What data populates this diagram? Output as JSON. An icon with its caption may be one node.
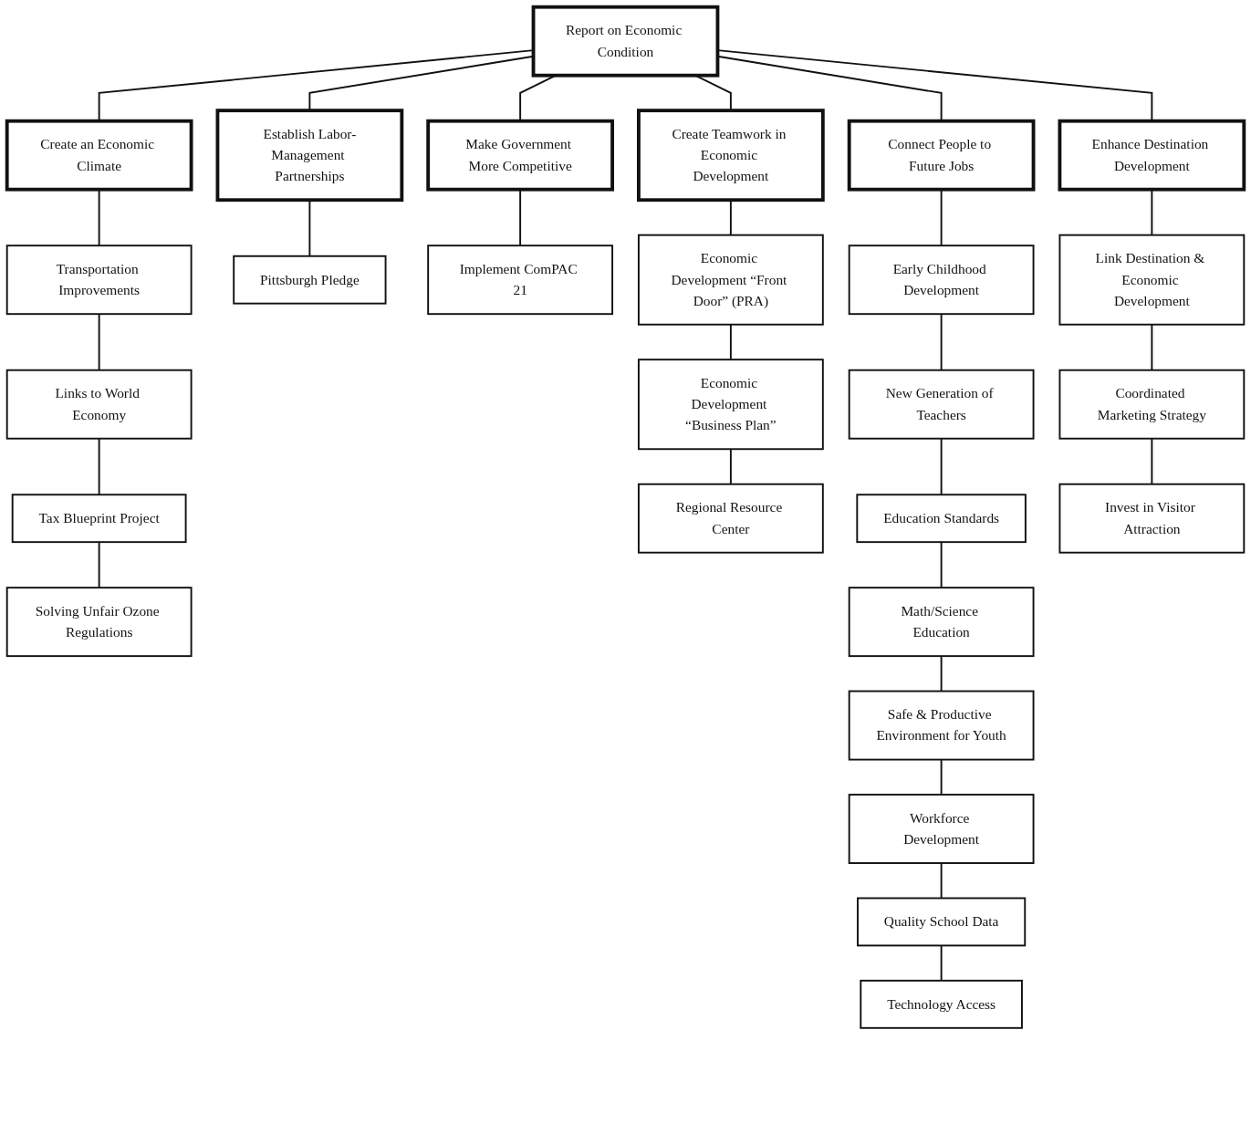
{
  "diagram": {
    "nodes": [
      {
        "text": [
          "Report on Economic Condition"
        ]
      },
      {
        "text": [
          "Create an Economic Climate"
        ]
      },
      {
        "text": [
          "Transportation Improvements"
        ]
      },
      {
        "text": [
          "Links to World Economy"
        ]
      },
      {
        "text": [
          "Tax Blueprint Project"
        ]
      },
      {
        "text": [
          "Solving Unfair Ozone Regulations"
        ]
      },
      {
        "text": [
          "Establish Labor-Management Partnerships"
        ]
      },
      {
        "text": [
          "Pittsburgh Pledge"
        ]
      },
      {
        "text": [
          "Make Government More Competitive"
        ]
      },
      {
        "text": [
          "Implement ComPAC 21"
        ]
      },
      {
        "text": [
          "Create Teamwork in Economic Development"
        ]
      },
      {
        "text": [
          "Economic Development “Front Door” (PRA)"
        ]
      },
      {
        "text": [
          "Economic Development “Business Plan”"
        ]
      },
      {
        "text": [
          "Regional Resource Center"
        ]
      },
      {
        "text": [
          "Connect People to Future Jobs"
        ]
      },
      {
        "text": [
          "Early Childhood Development"
        ]
      },
      {
        "text": [
          "New Generation of Teachers"
        ]
      },
      {
        "text": [
          "Education Standards"
        ]
      },
      {
        "text": [
          "Math/Science Education"
        ]
      },
      {
        "text": [
          "Safe & Productive Environment for Youth"
        ]
      },
      {
        "text": [
          "Workforce Development"
        ]
      },
      {
        "text": [
          "Quality School Data"
        ]
      },
      {
        "text": [
          "Technology Access"
        ]
      },
      {
        "text": [
          "Enhance Destination Development"
        ]
      },
      {
        "text": [
          "Link Destination & Economic Development"
        ]
      },
      {
        "text": [
          "Coordinated Marketing Strategy"
        ]
      },
      {
        "text": [
          "Invest in Visitor Attraction"
        ]
      }
    ],
    "edges": [
      {
        "from": 0,
        "to": 1,
        "arrow": "none"
      },
      {
        "from": 0,
        "to": 6,
        "arrow": "none"
      },
      {
        "from": 0,
        "to": 8,
        "arrow": "none"
      },
      {
        "from": 0,
        "to": 10,
        "arrow": "none"
      },
      {
        "from": 0,
        "to": 14,
        "arrow": "none"
      },
      {
        "from": 0,
        "to": 23,
        "arrow": "none"
      },
      {
        "from": 1,
        "to": 2,
        "arrow": "none"
      },
      {
        "from": 2,
        "to": 3,
        "arrow": "none"
      },
      {
        "from": 3,
        "to": 4,
        "arrow": "none"
      },
      {
        "from": 4,
        "to": 5,
        "arrow": "none"
      },
      {
        "from": 6,
        "to": 7,
        "arrow": "none"
      },
      {
        "from": 8,
        "to": 9,
        "arrow": "none"
      },
      {
        "from": 10,
        "to": 11,
        "arrow": "none"
      },
      {
        "from": 11,
        "to": 12,
        "arrow": "none"
      },
      {
        "from": 12,
        "to": 13,
        "arrow": "none"
      },
      {
        "from": 14,
        "to": 15,
        "arrow": "none"
      },
      {
        "from": 15,
        "to": 16,
        "arrow": "none"
      },
      {
        "from": 16,
        "to": 17,
        "arrow": "none"
      },
      {
        "from": 17,
        "to": 18,
        "arrow": "none"
      },
      {
        "from": 18,
        "to": 19,
        "arrow": "none"
      },
      {
        "from": 19,
        "to": 20,
        "arrow": "none"
      },
      {
        "from": 20,
        "to": 21,
        "arrow": "none"
      },
      {
        "from": 21,
        "to": 22,
        "arrow": "none"
      },
      {
        "from": 23,
        "to": 24,
        "arrow": "none"
      },
      {
        "from": 24,
        "to": 25,
        "arrow": "none"
      },
      {
        "from": 25,
        "to": 26,
        "arrow": "none"
      }
    ]
  }
}
